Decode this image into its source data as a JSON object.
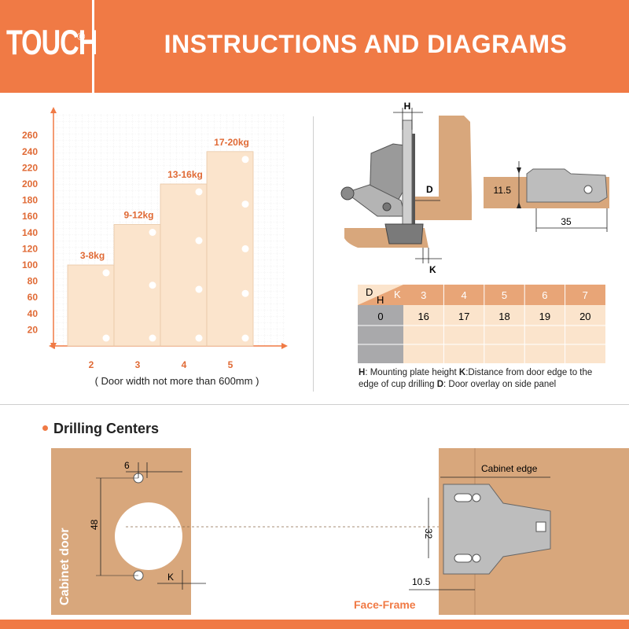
{
  "header": {
    "logo": "TOUCH",
    "logo_mark": "®",
    "title": "INSTRUCTIONS AND DIAGRAMS"
  },
  "weight_chart": {
    "y_ticks": [
      "260",
      "240",
      "220",
      "200",
      "180",
      "160",
      "140",
      "120",
      "100",
      "80",
      "60",
      "40",
      "20"
    ],
    "x_ticks": [
      "2",
      "3",
      "4",
      "5"
    ],
    "steps": [
      {
        "label": "3-8kg",
        "doors": 2,
        "max": 100
      },
      {
        "label": "9-12kg",
        "doors": 3,
        "max": 150
      },
      {
        "label": "13-16kg",
        "doors": 4,
        "max": 200
      },
      {
        "label": "17-20kg",
        "doors": 5,
        "max": 240
      }
    ],
    "x_note": "( Door width not more than 600mm )"
  },
  "hinge_diagram": {
    "label_h": "H",
    "label_d": "D",
    "label_k": "K",
    "dim_115": "11.5",
    "dim_35": "35"
  },
  "table": {
    "corner_d": "D",
    "corner_h": "H",
    "corner_k": "K",
    "k_values": [
      "3",
      "4",
      "5",
      "6",
      "7"
    ],
    "rows": [
      {
        "h": "0",
        "d": [
          "16",
          "17",
          "18",
          "19",
          "20"
        ]
      }
    ]
  },
  "legend": {
    "h_key": "H",
    "h_text": ": Mounting plate height ",
    "k_key": "K",
    "k_text": ":Distance from door edge to the edge of cup drilling ",
    "d_key": "D",
    "d_text": ": Door overlay on side panel"
  },
  "drilling": {
    "title": "Drilling Centers",
    "door_label": "Cabinet door",
    "dim_6": "6",
    "dim_48": "48",
    "dim_k": "K",
    "cabinet_edge": "Cabinet edge",
    "dim_32": "32",
    "dim_105": "10.5",
    "face_frame": "Face-Frame"
  },
  "colors": {
    "brand": "#f07a45",
    "wood": "#d8a77c",
    "wood_light": "#f9e3c8",
    "plate": "#9c9c9c"
  }
}
